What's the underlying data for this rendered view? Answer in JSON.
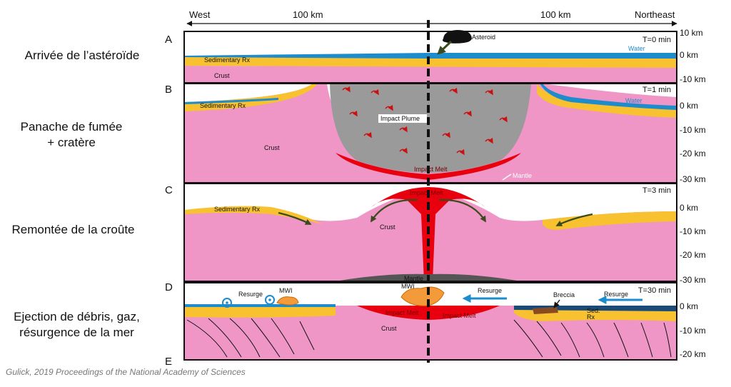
{
  "header": {
    "left": "West",
    "right": "Northeast",
    "scale_left": "100 km",
    "scale_right": "100 km"
  },
  "stages": [
    {
      "letter": "A",
      "time": "T=0 min",
      "label_lines": [
        "Arrivée de l’astéroïde"
      ]
    },
    {
      "letter": "B",
      "time": "T=1 min",
      "label_lines": [
        "Panache de fumée",
        "+ cratère"
      ]
    },
    {
      "letter": "C",
      "time": "T=3 min",
      "label_lines": [
        "Remontée de la croûte"
      ]
    },
    {
      "letter": "D",
      "time": "T=30 min",
      "label_lines": [
        "Ejection de débris, gaz,",
        "résurgence de la mer"
      ]
    },
    {
      "letter": "E"
    }
  ],
  "axis_ticks": {
    "a": [
      "10 km",
      "0 km",
      "-10 km"
    ],
    "b": [
      "0 km",
      "-10 km",
      "-20 km",
      "-30 km"
    ],
    "c": [
      "0 km",
      "-10 km",
      "-20 km",
      "-30 km"
    ],
    "d": [
      "0 km",
      "-10 km",
      "-20 km"
    ]
  },
  "annotations": {
    "a": {
      "asteroid": "Asteroid",
      "sed": "Sedimentary Rx",
      "crust": "Crust",
      "water": "Water"
    },
    "b": {
      "sed": "Sedimentary Rx",
      "water": "Water",
      "plume": "Impact Plume",
      "crust": "Crust",
      "melt": "Impact Melt",
      "mantle": "Mantle"
    },
    "c": {
      "melt": "Impact Melt",
      "sed": "Sedimentary Rx",
      "crust": "Crust",
      "mantle": "Mantle"
    },
    "d": {
      "resurge1": "Resurge",
      "mwi1": "MWI",
      "mwi2": "MWI",
      "resurge2": "Resurge",
      "breccia": "Breccia",
      "resurge3": "Resurge",
      "sed_line1": "Sed.",
      "sed_line2": "Rx",
      "melt1": "Impact Melt",
      "melt2": "Impact Melt",
      "crust": "Crust"
    }
  },
  "citation": "Gulick, 2019 Proceedings of the National Academy of Sciences",
  "colors": {
    "crust": "#ef96c6",
    "sediment": "#f7c12f",
    "water": "#1c8ccd",
    "melt": "#e8000e",
    "plume": "#9a9a9a",
    "mantle": "#555555",
    "arrow": "#3a4a1c"
  }
}
